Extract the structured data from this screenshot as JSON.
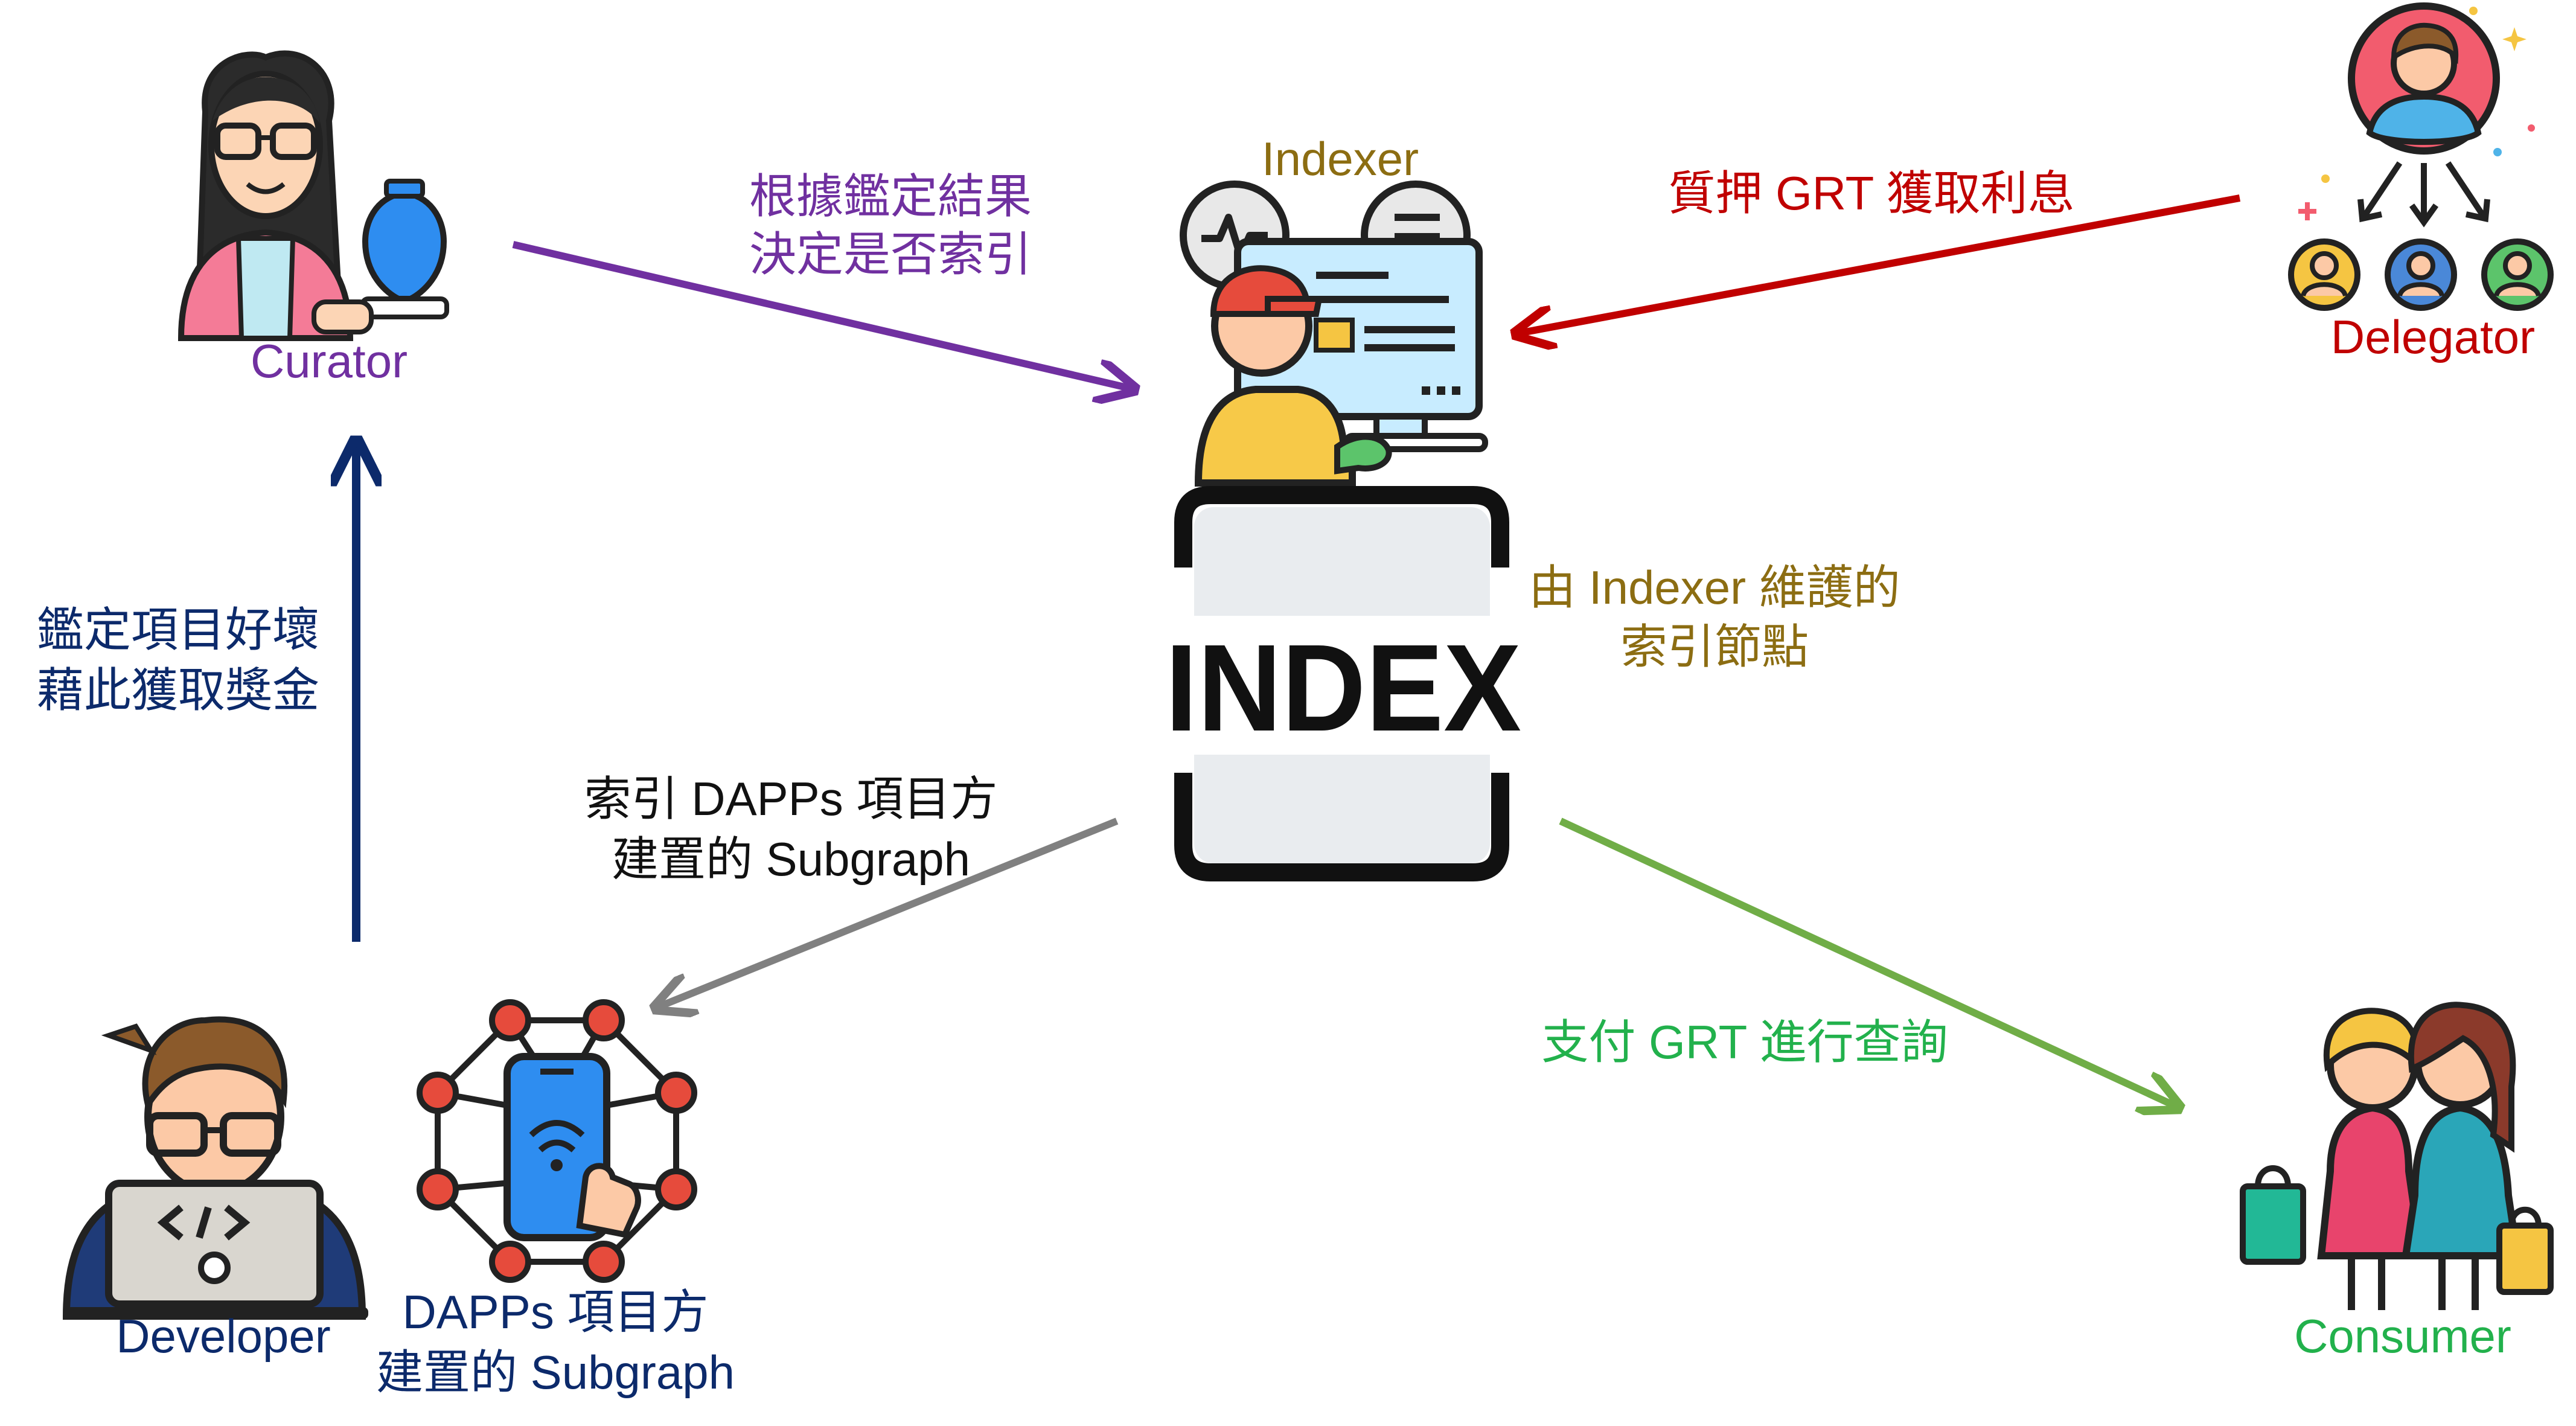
{
  "nodes": {
    "indexer": {
      "label": "Indexer"
    },
    "index_block": {
      "label": "INDEX"
    },
    "curator": {
      "label": "Curator"
    },
    "delegator": {
      "label": "Delegator"
    },
    "developer": {
      "label": "Developer"
    },
    "subgraph": {
      "label_line1": "DAPPs 項目方",
      "label_line2": "建置的 Subgraph"
    },
    "consumer": {
      "label": "Consumer"
    }
  },
  "edges": {
    "curator_to_indexer": {
      "line1": "根據鑑定結果",
      "line2": "決定是否索引"
    },
    "delegator_to_indexer": {
      "text": "質押 GRT 獲取利息"
    },
    "index_node": {
      "line1": "由 Indexer 維護的",
      "line2": "索引節點"
    },
    "indexer_to_subgraph": {
      "line1": "索引 DAPPs 項目方",
      "line2": "建置的 Subgraph"
    },
    "developer_to_curator": {
      "line1": "鑑定項目好壞",
      "line2": "藉此獲取獎金"
    },
    "indexer_to_consumer": {
      "text": "支付 GRT 進行查詢"
    }
  },
  "colors": {
    "curator": "#7030a0",
    "indexer": "#8c6d12",
    "delegator": "#c00000",
    "developer": "#0c2a6b",
    "consumer": "#22b14c",
    "arrow_purple": "#7030a0",
    "arrow_red": "#c00000",
    "arrow_navy": "#0c2a6b",
    "arrow_gray": "#808080",
    "arrow_green": "#70ad47"
  }
}
